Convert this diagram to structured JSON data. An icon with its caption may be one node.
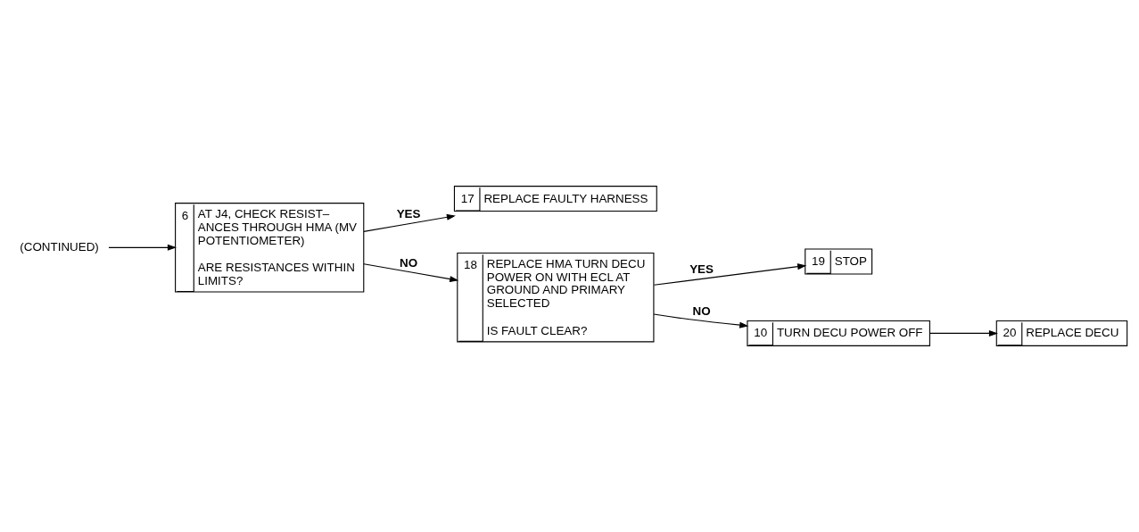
{
  "diagram": {
    "nodes": [
      {
        "text": [
          "(CONTINUED)"
        ]
      },
      {
        "text": [
          "6",
          "AT J4, CHECK RESIST– ANCES THROUGH HMA (MV POTENTIOMETER)",
          "ARE RESISTANCES WITHIN LIMITS?"
        ]
      },
      {
        "text": [
          "17",
          "REPLACE FAULTY HARNESS"
        ]
      },
      {
        "text": [
          "18",
          "REPLACE HMA TURN DECU POWER ON WITH ECL AT GROUND AND PRIMARY SELECTED",
          "IS FAULT CLEAR?"
        ]
      },
      {
        "text": [
          "19",
          "STOP"
        ]
      },
      {
        "text": [
          "10",
          "TURN DECU POWER OFF"
        ]
      },
      {
        "text": [
          "20",
          "REPLACE DECU"
        ]
      }
    ],
    "edges": [
      {
        "from": 0,
        "to": 1,
        "arrow": "to"
      },
      {
        "from": 1,
        "to": 2,
        "arrow": "to",
        "label": "YES"
      },
      {
        "from": 1,
        "to": 3,
        "arrow": "to",
        "label": "NO"
      },
      {
        "from": 3,
        "to": 5,
        "arrow": "to",
        "label": "NO"
      },
      {
        "from": 3,
        "to": 4,
        "arrow": "to",
        "label": "YES"
      },
      {
        "from": 5,
        "to": 6,
        "arrow": "to"
      }
    ]
  }
}
